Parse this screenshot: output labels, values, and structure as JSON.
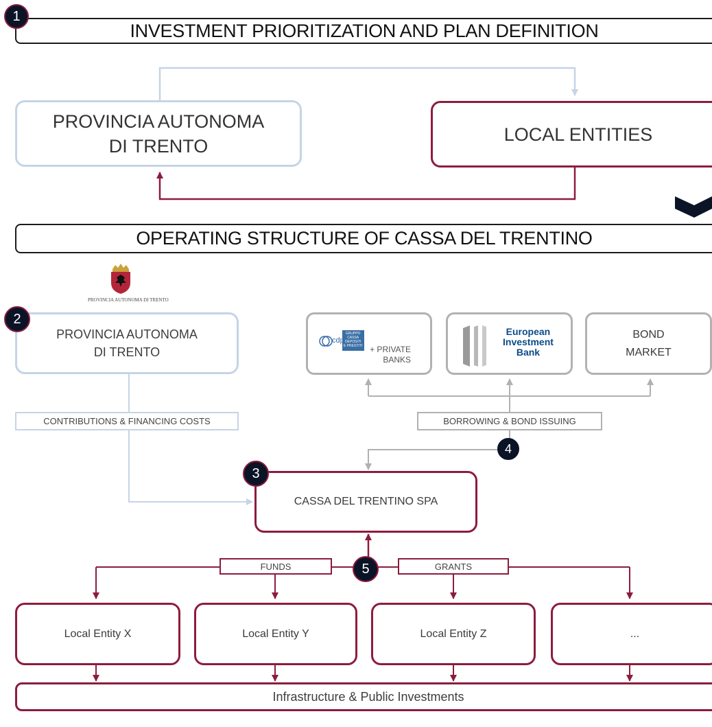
{
  "section1": {
    "badge": "1",
    "title": "INVESTMENT PRIORITIZATION AND PLAN DEFINITION",
    "pat_box": {
      "line1": "PROVINCIA AUTONOMA",
      "line2": "DI TRENTO"
    },
    "local_entities_box": "LOCAL ENTITIES"
  },
  "section2": {
    "title": "OPERATING STRUCTURE OF CASSA DEL TRENTINO",
    "crest_caption": "PROVINCIA AUTONOMA DI TRENTO",
    "pat": {
      "badge": "2",
      "line1": "PROVINCIA AUTONOMA",
      "line2": "DI TRENTO"
    },
    "contributions_label": "CONTRIBUTIONS  & FINANCING COSTS",
    "cdp": {
      "logo_lines": [
        "GRUPPO",
        "CASSA",
        "DEPOSITI",
        "E PRESTITI"
      ],
      "logo_mark": "cdp",
      "line1": "+ PRIVATE",
      "line2": "BANKS"
    },
    "eib": {
      "line1": "European",
      "line2": "Investment",
      "line3": "Bank"
    },
    "bond": {
      "line1": "BOND",
      "line2": "MARKET"
    },
    "borrowing_label": "BORROWING & BOND ISSUING",
    "badge4": "4",
    "cassa": {
      "badge": "3",
      "label": "CASSA DEL TRENTINO SPA"
    },
    "funds_label": "FUNDS",
    "grants_label": "GRANTS",
    "badge5": "5",
    "entities": [
      "Local Entity X",
      "Local Entity Y",
      "Local Entity Z",
      "..."
    ],
    "infrastructure": "Infrastructure & Public Investments"
  },
  "colors": {
    "red": "#8c1c3d",
    "blue": "#c5d4e6",
    "grey": "#b1b1b1",
    "badge": "#0b1427"
  },
  "icons": [
    "chevron-down-icon",
    "crest-icon",
    "cdp-logo",
    "eib-logo"
  ]
}
